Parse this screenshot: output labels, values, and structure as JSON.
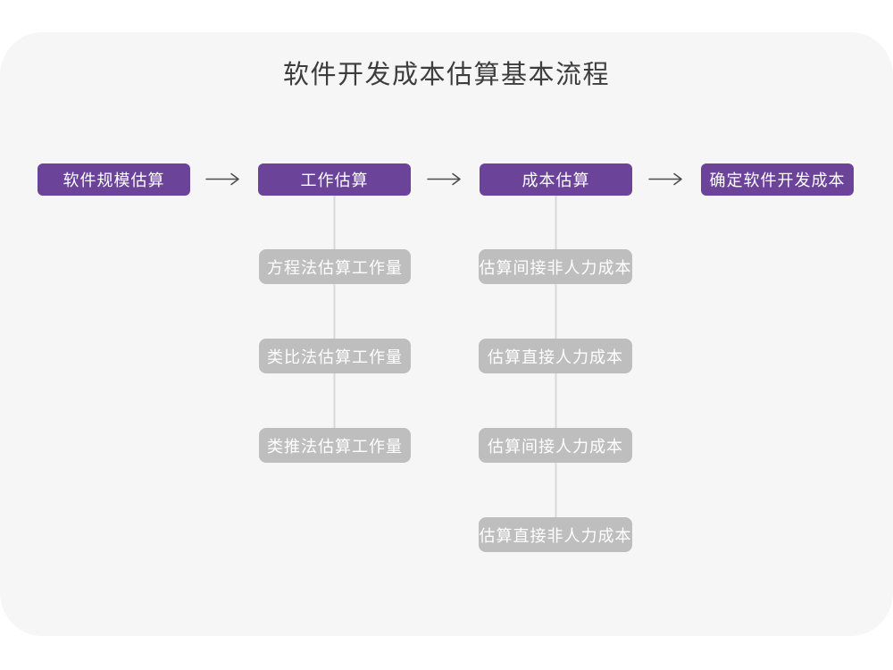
{
  "page": {
    "title": "软件开发成本估算基本流程"
  },
  "colors": {
    "canvas_bg": "#FFFFFF",
    "card_bg": "#F6F6F7",
    "primary_node": "#6B4399",
    "secondary_node": "#BEBEBE",
    "connector_line": "#D8D8D8",
    "arrow": "#4D4D4D",
    "title_text": "#3D3D3D",
    "node_text": "#FFFFFF"
  },
  "flow": {
    "main_steps": [
      {
        "label": "软件规模估算"
      },
      {
        "label": "工作估算"
      },
      {
        "label": "成本估算"
      },
      {
        "label": "确定软件开发成本"
      }
    ],
    "work_estimation_methods": [
      {
        "label": "方程法估算工作量"
      },
      {
        "label": "类比法估算工作量"
      },
      {
        "label": "类推法估算工作量"
      }
    ],
    "cost_estimation_steps": [
      {
        "label": "估算间接非人力成本"
      },
      {
        "label": "估算直接人力成本"
      },
      {
        "label": "估算间接人力成本"
      },
      {
        "label": "估算直接非人力成本"
      }
    ]
  }
}
